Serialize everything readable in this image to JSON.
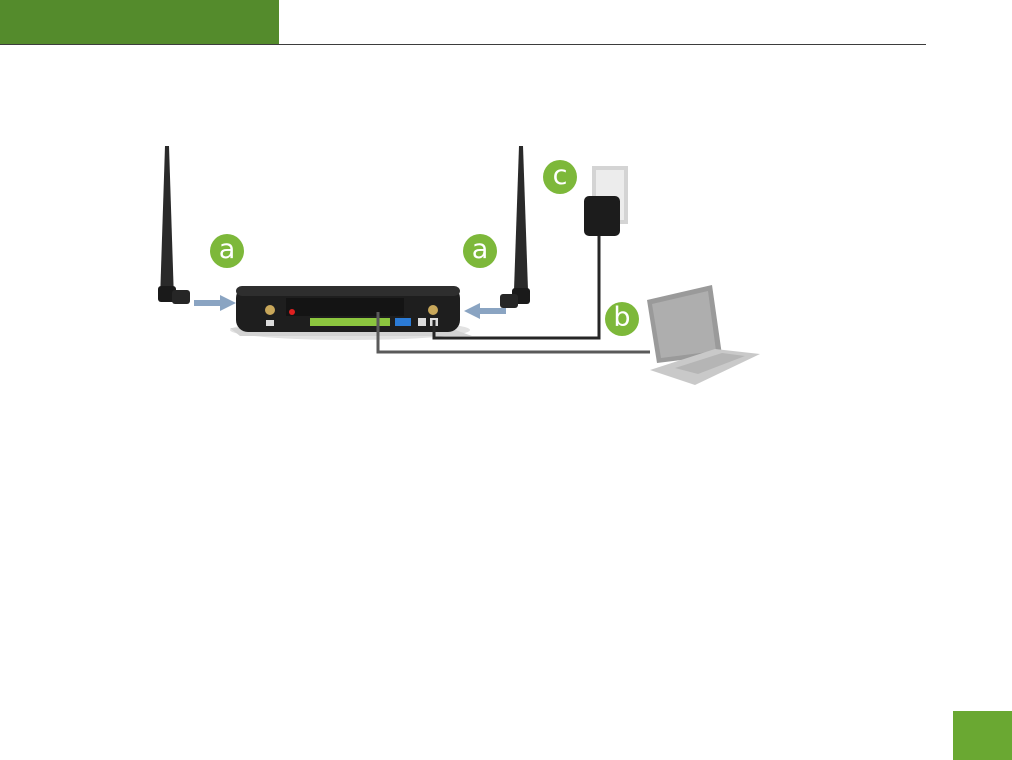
{
  "header": {
    "tab_color": "#548b2c",
    "rule_color": "#3d3d3d"
  },
  "diagram": {
    "callouts": {
      "antenna_left": "a",
      "antenna_right": "a",
      "ethernet": "b",
      "power": "c"
    },
    "colors": {
      "badge": "#7db83a",
      "arrow": "#8aa4c2",
      "router_body": "#1e1e1e",
      "cable_power": "#262626",
      "cable_ethernet": "#5a5a5a"
    },
    "icons": [
      "antenna-icon",
      "router-icon",
      "power-adapter-icon",
      "wall-outlet-icon",
      "laptop-icon",
      "arrow-icon"
    ]
  },
  "footer": {
    "page_tab_color": "#6aa832"
  }
}
